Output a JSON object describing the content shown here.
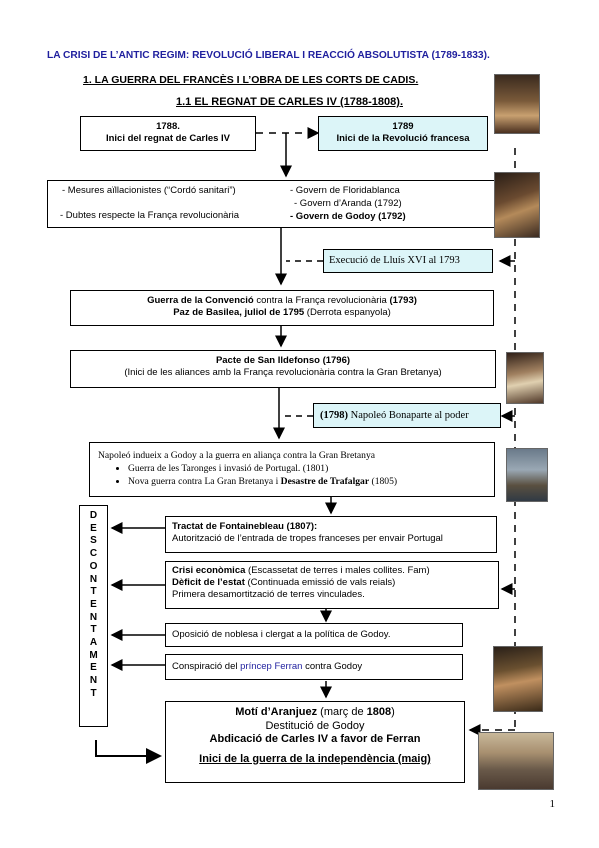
{
  "titles": {
    "main": "LA CRISI DE L’ANTIC REGIM: REVOLUCIÓ LIBERAL I REACCIÓ ABSOLUTISTA (1789-1833).",
    "section": "1. LA GUERRA DEL FRANCÈS I L’OBRA DE LES CORTS DE CADIS.",
    "subsection": "1.1 EL REGNAT DE CARLES IV (1788-1808)."
  },
  "boxes": {
    "b1788": {
      "year": "1788.",
      "text": "Inici del regnat de Carles IV"
    },
    "b1789": {
      "year": "1789",
      "text": "Inici de la Revolució francesa"
    },
    "mesures": {
      "l1": "- Mesures aïllacionistes   (“Cordó sanitari”)",
      "l2": "- Dubtes  respecte la França revolucionària",
      "r1": "- Govern de Floridablanca",
      "r2": "- Govern d’Aranda (1792)",
      "r3": "- Govern de Godoy (1792)"
    },
    "execucio": "Execució de Lluís XVI al 1793",
    "guerra": {
      "l1_bold": "Guerra de la Convenció",
      "l1_rest": " contra la França revolucionària ",
      "l1_year": "(1793)",
      "l2_bold": "Paz de Basilea, juliol de 1795",
      "l2_rest": " (Derrota espanyola)"
    },
    "pacte": {
      "l1": "Pacte de San Ildefonso  (1796)",
      "l2": "(Inici de les aliances amb la França revolucionària contra la  Gran Bretanya)"
    },
    "napoleo_poder": {
      "year": "(1798)",
      "text": " Napoleó Bonaparte al poder"
    },
    "napoleo_indueix": {
      "l1": "Napoleó indueix a Godoy a la guerra en aliança contra la Gran Bretanya",
      "b1": "Guerra de les Taronges i invasió de Portugal. (1801)",
      "b2_pre": "Nova guerra contra La Gran Bretanya i ",
      "b2_bold": "Desastre de Trafalgar",
      "b2_post": " (1805)"
    },
    "tractat": {
      "l1": "Tractat de Fontainebleau (1807):",
      "l2": "Autorització  de l’entrada de tropes franceses per envair Portugal"
    },
    "crisi": {
      "l1_bold": "Crisi econòmica",
      "l1_rest": " (Escassetat de terres i males collites. Fam)",
      "l2_bold": "Dèficit de l’estat",
      "l2_rest": " (Continuada emissió de vals reials)",
      "l3": "Primera desamortització de terres vinculades."
    },
    "oposicio": "Oposició de noblesa i clergat  a  la política de Godoy.",
    "conspiracio": {
      "pre": "Conspiració del ",
      "mid": "príncep Ferran",
      "post": " contra Godoy"
    },
    "moti": {
      "l1_bold": "Motí d’Aranjuez",
      "l1_rest": " (març de ",
      "l1_year": "1808",
      "l1_end": ")",
      "l2": "Destitució de Godoy",
      "l3": "Abdicació de Carles IV a favor de Ferran",
      "l4": "Inici de la guerra de la independència (maig)"
    }
  },
  "side_word": [
    "D",
    "E",
    "S",
    "C",
    "O",
    "N",
    "T",
    "E",
    "N",
    "T",
    "A",
    "M",
    "E",
    "N",
    "T"
  ],
  "page_number": "1",
  "colors": {
    "title": "#1f1f9e",
    "highlight": "#dcf5f8"
  }
}
